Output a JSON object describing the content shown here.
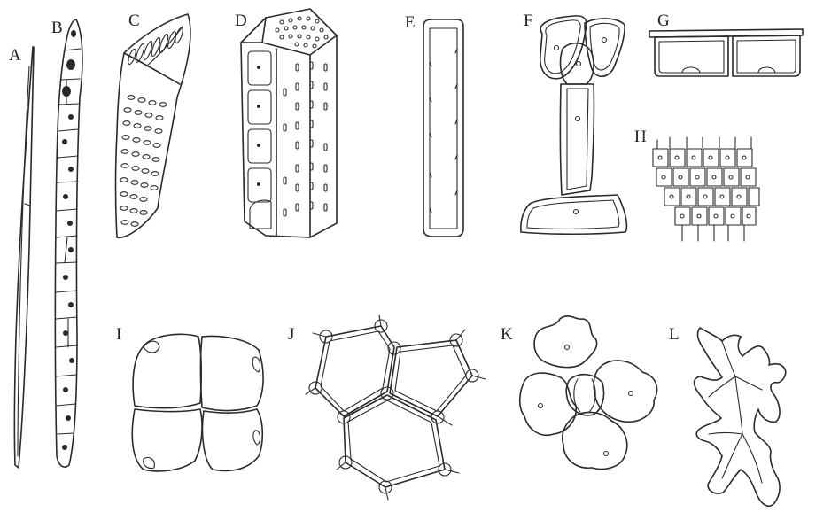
{
  "labels": {
    "A": "A",
    "B": "B",
    "C": "C",
    "D": "D",
    "E": "E",
    "F": "F",
    "G": "G",
    "H": "H",
    "I": "I",
    "J": "J",
    "K": "K",
    "L": "L"
  },
  "colors": {
    "line": "#2a2a2a",
    "background": "#ffffff"
  }
}
